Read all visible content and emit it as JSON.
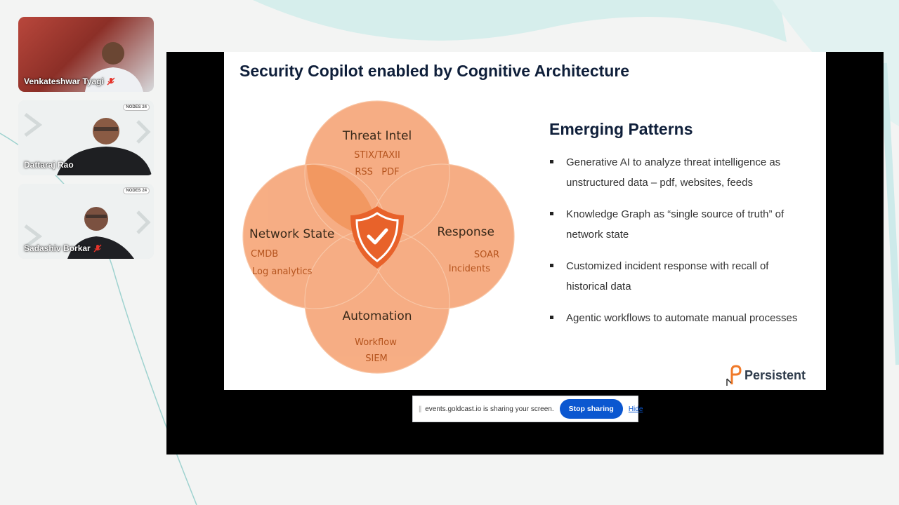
{
  "participants": [
    {
      "name": "Venkateshwar Tyagi",
      "muted": true
    },
    {
      "name": "Dattaraj Rao",
      "muted": false,
      "badge": "NODES 24"
    },
    {
      "name": "Sadashiv Borkar",
      "muted": true,
      "badge": "NODES 24"
    }
  ],
  "slide": {
    "title": "Security Copilot enabled by Cognitive Architecture",
    "venn": {
      "top": {
        "title": "Threat Intel",
        "line1": "STIX/TAXII",
        "line2": "RSS   PDF"
      },
      "left": {
        "title": "Network State",
        "line1": "CMDB",
        "line2": "Log analytics"
      },
      "right": {
        "title": "Response",
        "line1": "SOAR",
        "line2": "Incidents"
      },
      "bottom": {
        "title": "Automation",
        "line1": "Workflow",
        "line2": "SIEM"
      },
      "center_icon": "shield-check-icon"
    },
    "patterns_title": "Emerging Patterns",
    "bullets": [
      "Generative AI to analyze threat intelligence as unstructured data – pdf, websites, feeds",
      "Knowledge Graph as “single source of truth” of network state",
      "Customized incident response with recall of historical data",
      "Agentic workflows to automate manual processes"
    ],
    "logo_text": "Persistent"
  },
  "share_bar": {
    "message": "events.goldcast.io is sharing your screen.",
    "stop_label": "Stop sharing",
    "hide_label": "Hide"
  },
  "colors": {
    "venn_fill": "#f6a77a",
    "venn_overlap": "#ee8745",
    "shield": "#e8622a",
    "stop_button": "#0b57d0"
  }
}
